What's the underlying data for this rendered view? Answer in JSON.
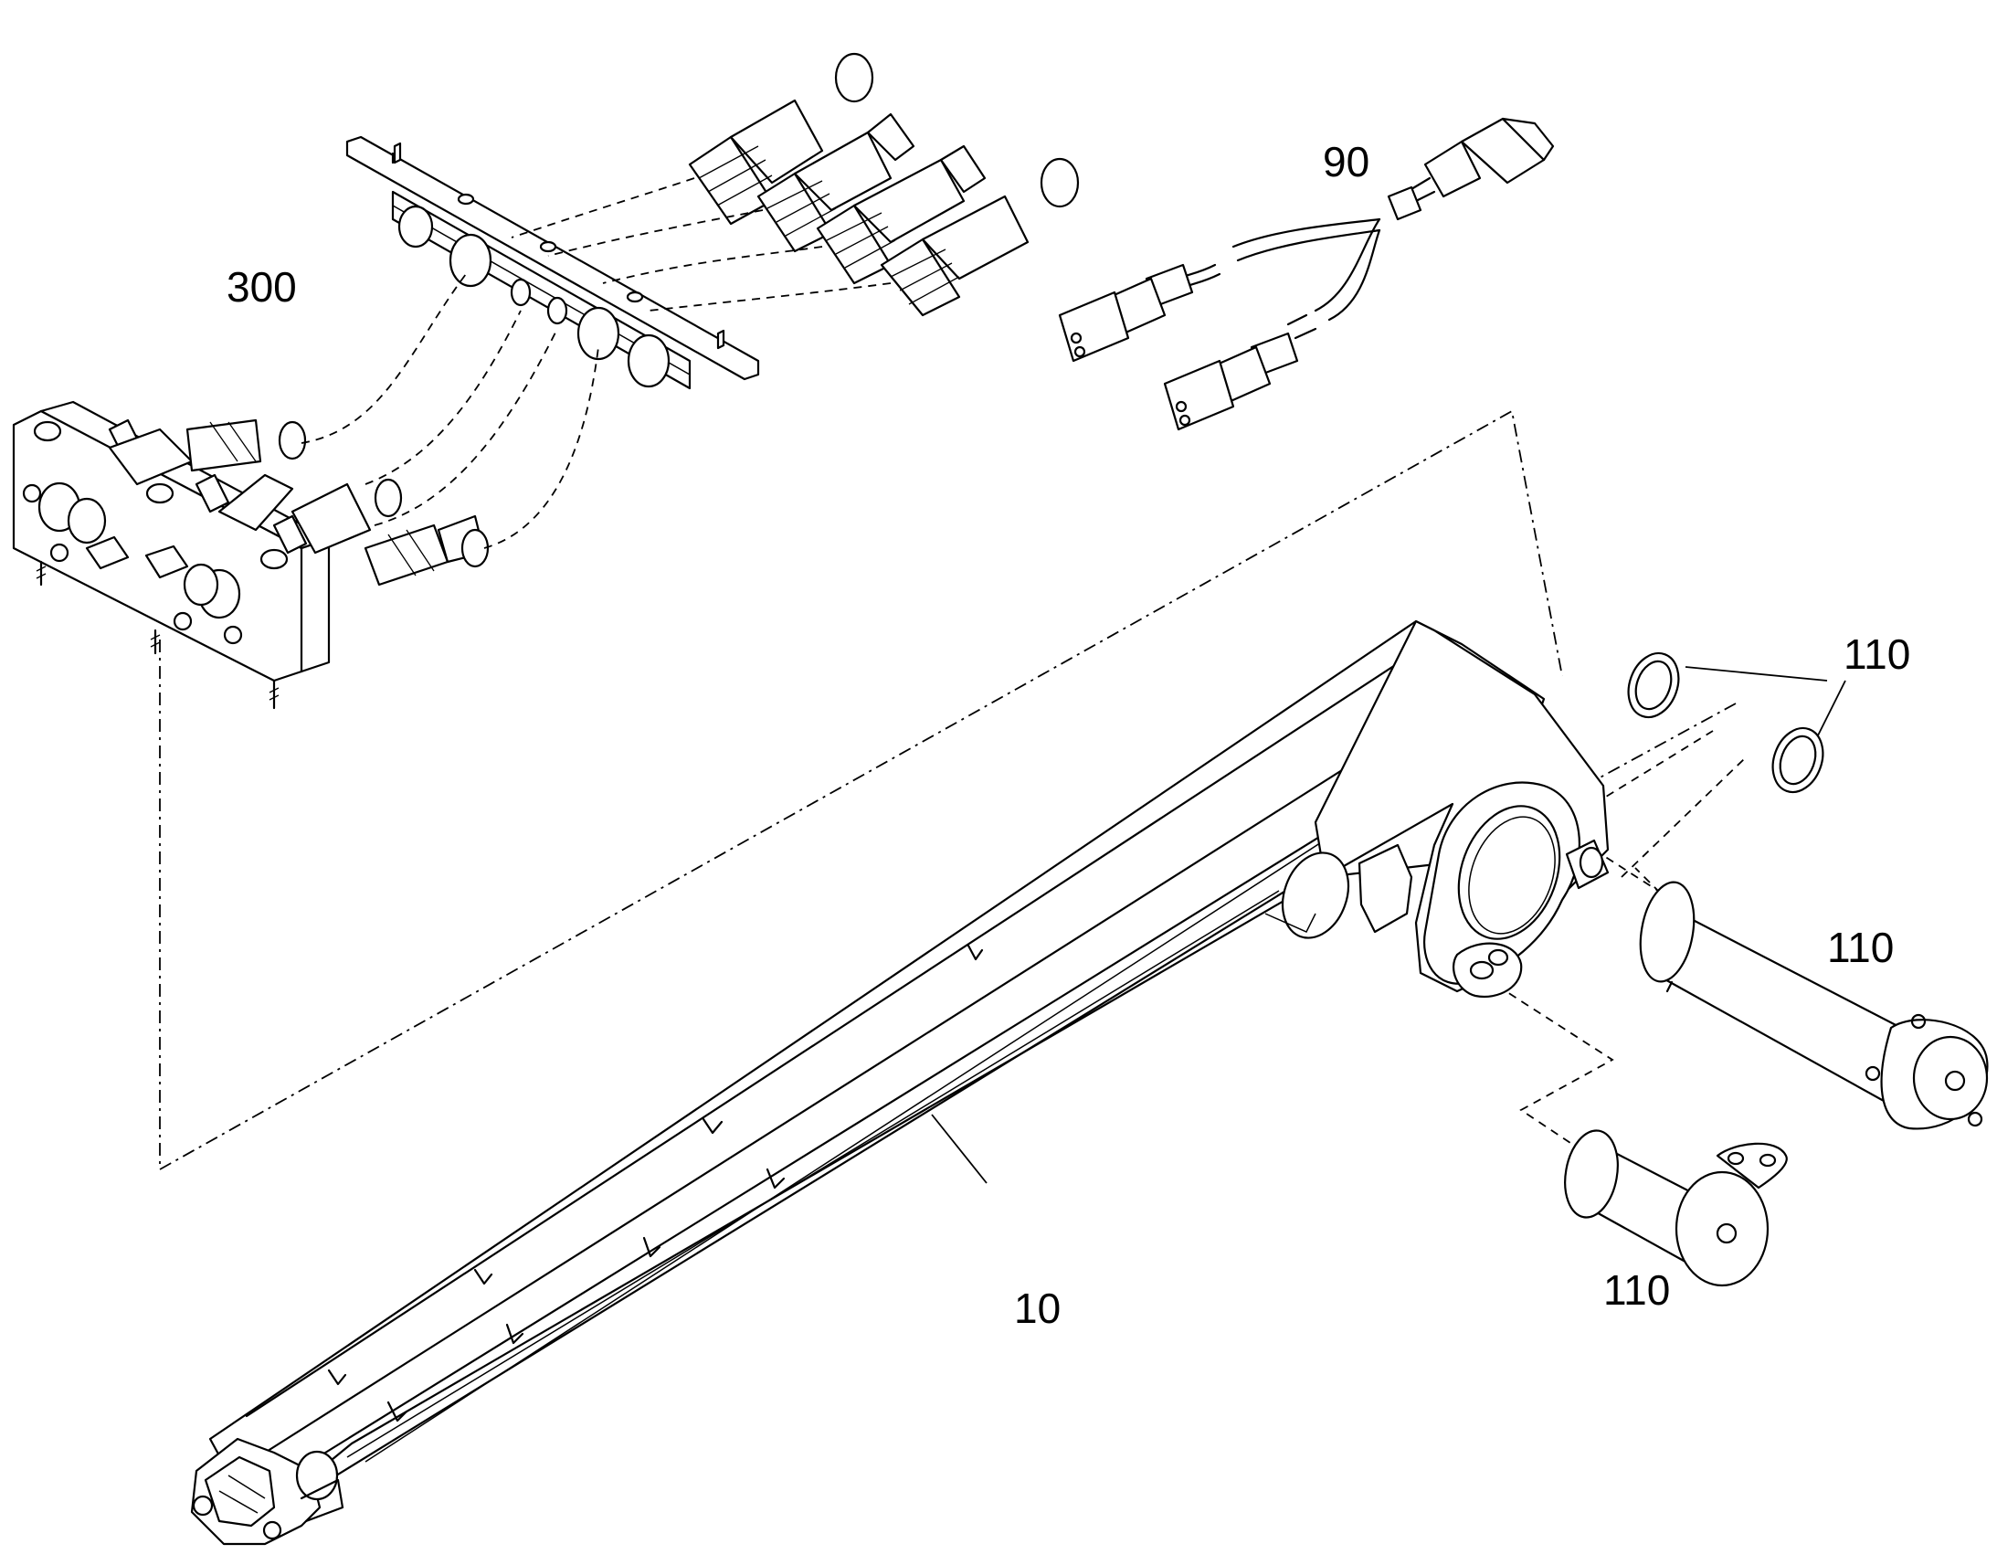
{
  "callouts": {
    "c300": "300",
    "c90": "90",
    "c110_rings": "110",
    "c110_pin": "110",
    "c110_small_pin": "110",
    "c10": "10"
  },
  "colors": {
    "ink": "#000000",
    "paper": "#ffffff"
  }
}
